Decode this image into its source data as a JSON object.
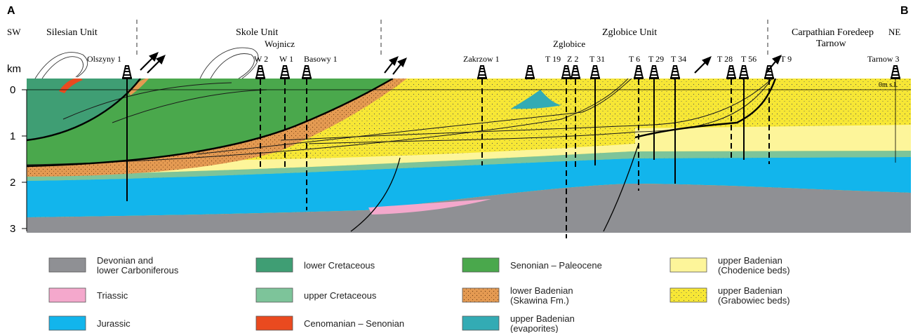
{
  "section": {
    "end_left": "A",
    "end_right": "B",
    "dir_left": "SW",
    "dir_right": "NE",
    "units": {
      "silesian": "Silesian Unit",
      "skole": "Skole Unit",
      "zglobice": "Zglobice Unit",
      "foredeep_line1": "Carpathian Foredeep",
      "foredeep_line2": "Tarnow"
    },
    "local_labels": {
      "wojnicz": "Wojnicz",
      "zglobice_town": "Zglobice"
    }
  },
  "axis": {
    "unit_label": "km",
    "ticks": [
      "0",
      "1",
      "2",
      "3"
    ],
    "sea_level_label": "0m s.l."
  },
  "wells": [
    {
      "name": "Olszyny 1"
    },
    {
      "name": "W 2"
    },
    {
      "name": "W 1"
    },
    {
      "name": "Basowy 1"
    },
    {
      "name": "Zakrzow 1"
    },
    {
      "name": ""
    },
    {
      "name": "T 19"
    },
    {
      "name": "Z 2"
    },
    {
      "name": "T 31"
    },
    {
      "name": "T 6"
    },
    {
      "name": "T 29"
    },
    {
      "name": "T 34"
    },
    {
      "name": "T 28"
    },
    {
      "name": "T 56"
    },
    {
      "name": "T 9"
    },
    {
      "name": "Tarnow 3"
    }
  ],
  "legend": [
    {
      "label_lines": [
        "Devonian and",
        "lower Carboniferous"
      ],
      "color": "#8f9094",
      "pattern": "none"
    },
    {
      "label_lines": [
        "Triassic"
      ],
      "color": "#f4a8cc",
      "pattern": "none"
    },
    {
      "label_lines": [
        "Jurassic"
      ],
      "color": "#12b5ec",
      "pattern": "none"
    },
    {
      "label_lines": [
        "lower Cretaceous"
      ],
      "color": "#3f9e74",
      "pattern": "none"
    },
    {
      "label_lines": [
        "upper Cretaceous"
      ],
      "color": "#7dc49a",
      "pattern": "none"
    },
    {
      "label_lines": [
        "Cenomanian – Senonian"
      ],
      "color": "#ea4a1f",
      "pattern": "none"
    },
    {
      "label_lines": [
        "Senonian – Paleocene"
      ],
      "color": "#4aa84c",
      "pattern": "none"
    },
    {
      "label_lines": [
        "lower Badenian",
        "(Skawina Fm.)"
      ],
      "color": "#e49a52",
      "pattern": "dots"
    },
    {
      "label_lines": [
        "upper Badenian",
        "(evaporites)"
      ],
      "color": "#33abb4",
      "pattern": "none"
    },
    {
      "label_lines": [
        "upper Badenian",
        "(Chodenice beds)"
      ],
      "color": "#fdf59a",
      "pattern": "none"
    },
    {
      "label_lines": [
        "upper Badenian",
        "(Grabowiec beds)"
      ],
      "color": "#f7e735",
      "pattern": "dots"
    }
  ]
}
